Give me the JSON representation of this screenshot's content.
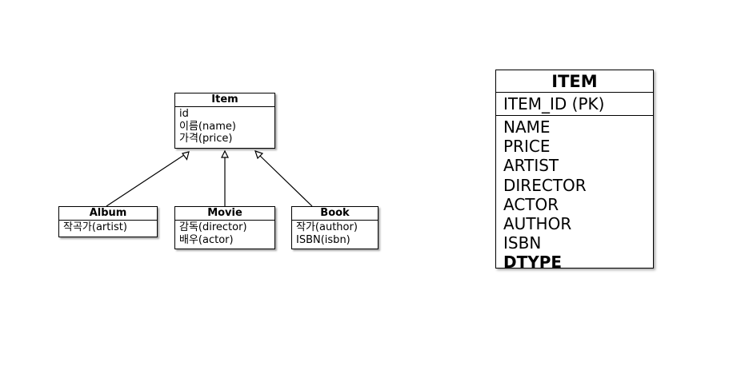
{
  "class_diagram": {
    "parent": {
      "name": "Item",
      "attributes": [
        "id",
        "이름(name)",
        "가격(price)"
      ]
    },
    "children": [
      {
        "name": "Album",
        "attributes": [
          "작곡가(artist)"
        ]
      },
      {
        "name": "Movie",
        "attributes": [
          "감독(director)",
          "배우(actor)"
        ]
      },
      {
        "name": "Book",
        "attributes": [
          "작가(author)",
          "ISBN(isbn)"
        ]
      }
    ],
    "relationship": "generalization"
  },
  "table": {
    "name": "ITEM",
    "primary_key": "ITEM_ID (PK)",
    "columns": [
      "NAME",
      "PRICE",
      "ARTIST",
      "DIRECTOR",
      "ACTOR",
      "AUTHOR",
      "ISBN"
    ],
    "discriminator": "DTYPE"
  }
}
